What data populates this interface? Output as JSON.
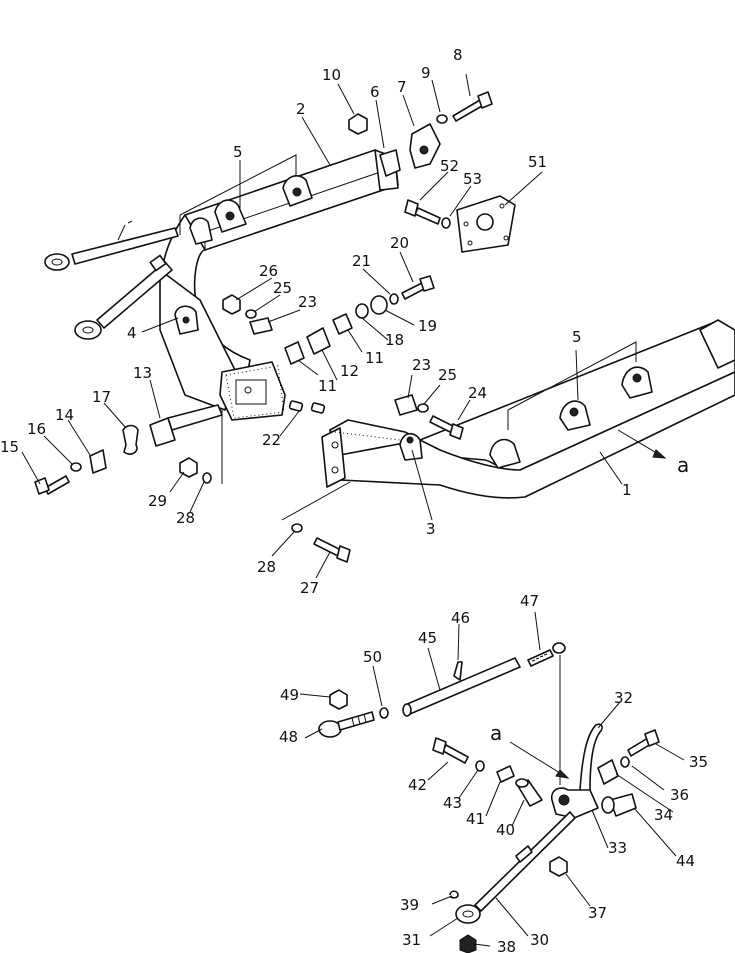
{
  "callouts": [
    {
      "id": "c1",
      "text": "1"
    },
    {
      "id": "c2",
      "text": "2"
    },
    {
      "id": "c3",
      "text": "3"
    },
    {
      "id": "c4",
      "text": "4"
    },
    {
      "id": "c5a",
      "text": "5"
    },
    {
      "id": "c5b",
      "text": "5"
    },
    {
      "id": "c6",
      "text": "6"
    },
    {
      "id": "c7",
      "text": "7"
    },
    {
      "id": "c8",
      "text": "8"
    },
    {
      "id": "c9",
      "text": "9"
    },
    {
      "id": "c10",
      "text": "10"
    },
    {
      "id": "c11a",
      "text": "11"
    },
    {
      "id": "c11b",
      "text": "11"
    },
    {
      "id": "c12",
      "text": "12"
    },
    {
      "id": "c13",
      "text": "13"
    },
    {
      "id": "c14",
      "text": "14"
    },
    {
      "id": "c15",
      "text": "15"
    },
    {
      "id": "c16",
      "text": "16"
    },
    {
      "id": "c17",
      "text": "17"
    },
    {
      "id": "c18",
      "text": "18"
    },
    {
      "id": "c19",
      "text": "19"
    },
    {
      "id": "c20",
      "text": "20"
    },
    {
      "id": "c21",
      "text": "21"
    },
    {
      "id": "c22",
      "text": "22"
    },
    {
      "id": "c23a",
      "text": "23"
    },
    {
      "id": "c23b",
      "text": "23"
    },
    {
      "id": "c24",
      "text": "24"
    },
    {
      "id": "c25a",
      "text": "25"
    },
    {
      "id": "c25b",
      "text": "25"
    },
    {
      "id": "c26",
      "text": "26"
    },
    {
      "id": "c27",
      "text": "27"
    },
    {
      "id": "c28a",
      "text": "28"
    },
    {
      "id": "c28b",
      "text": "28"
    },
    {
      "id": "c29",
      "text": "29"
    },
    {
      "id": "c30",
      "text": "30"
    },
    {
      "id": "c31",
      "text": "31"
    },
    {
      "id": "c32",
      "text": "32"
    },
    {
      "id": "c33",
      "text": "33"
    },
    {
      "id": "c34",
      "text": "34"
    },
    {
      "id": "c35",
      "text": "35"
    },
    {
      "id": "c36",
      "text": "36"
    },
    {
      "id": "c37",
      "text": "37"
    },
    {
      "id": "c38",
      "text": "38"
    },
    {
      "id": "c39",
      "text": "39"
    },
    {
      "id": "c40",
      "text": "40"
    },
    {
      "id": "c41",
      "text": "41"
    },
    {
      "id": "c42",
      "text": "42"
    },
    {
      "id": "c43",
      "text": "43"
    },
    {
      "id": "c44",
      "text": "44"
    },
    {
      "id": "c45",
      "text": "45"
    },
    {
      "id": "c46",
      "text": "46"
    },
    {
      "id": "c47",
      "text": "47"
    },
    {
      "id": "c48",
      "text": "48"
    },
    {
      "id": "c49",
      "text": "49"
    },
    {
      "id": "c50",
      "text": "50"
    },
    {
      "id": "c51",
      "text": "51"
    },
    {
      "id": "c52",
      "text": "52"
    },
    {
      "id": "c53",
      "text": "53"
    }
  ],
  "view_markers": {
    "a_main": "a",
    "a_detail": "a"
  }
}
